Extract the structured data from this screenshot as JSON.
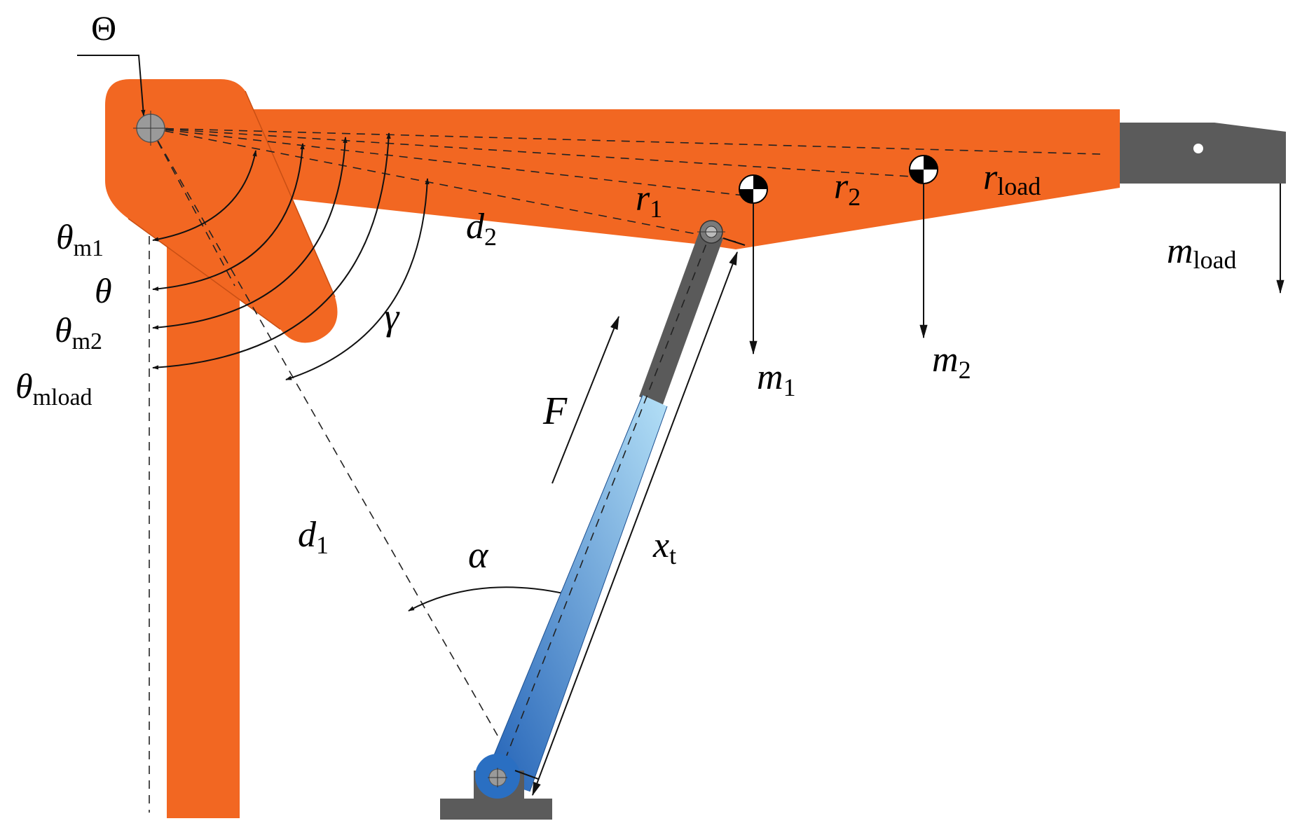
{
  "colors": {
    "boom": "#f26722",
    "boom_stroke": "#c94f14",
    "extension": "#5b5b5b",
    "cylinder_light": "#a8d6f3",
    "cylinder_dark": "#2a6fc2",
    "rod": "#5a5a5a",
    "pivot": "#9a9a9a",
    "line": "#111111"
  },
  "labels": {
    "pivot": "Θ",
    "theta_m1": {
      "main": "θ",
      "sub": "m1"
    },
    "theta": {
      "main": "θ",
      "sub": ""
    },
    "theta_m2": {
      "main": "θ",
      "sub": "m2"
    },
    "theta_mload": {
      "main": "θ",
      "sub": "mload"
    },
    "gamma": "γ",
    "d2": {
      "main": "d",
      "sub": "2"
    },
    "d1": {
      "main": "d",
      "sub": "1"
    },
    "r1": {
      "main": "r",
      "sub": "1"
    },
    "r2": {
      "main": "r",
      "sub": "2"
    },
    "rload": {
      "main": "r",
      "sub": "load"
    },
    "m1": {
      "main": "m",
      "sub": "1"
    },
    "m2": {
      "main": "m",
      "sub": "2"
    },
    "mload": {
      "main": "m",
      "sub": "load"
    },
    "force": "F",
    "alpha": "α",
    "xt": {
      "main": "x",
      "sub": "t"
    }
  },
  "icons": {
    "center_of_mass": "center-of-mass-icon",
    "pivot": "pivot-pin-icon"
  }
}
